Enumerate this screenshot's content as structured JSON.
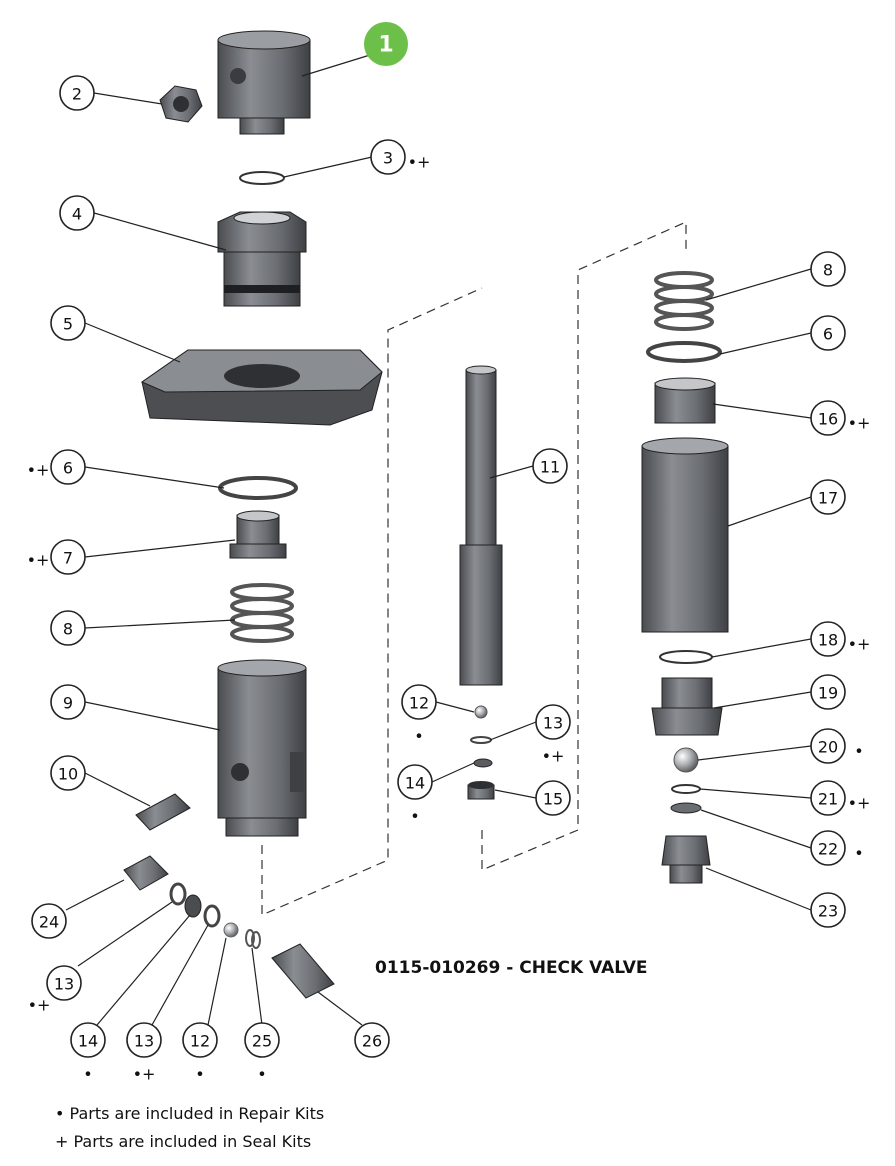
{
  "title": "0115-010269 - CHECK VALVE",
  "highlight_badge": "1",
  "callouts": [
    {
      "id": "c2",
      "label": "2",
      "kit": ""
    },
    {
      "id": "c3",
      "label": "3",
      "kit": "•+"
    },
    {
      "id": "c4",
      "label": "4",
      "kit": ""
    },
    {
      "id": "c5",
      "label": "5",
      "kit": ""
    },
    {
      "id": "c6a",
      "label": "6",
      "kit": "•+"
    },
    {
      "id": "c7",
      "label": "7",
      "kit": "•+"
    },
    {
      "id": "c8a",
      "label": "8",
      "kit": ""
    },
    {
      "id": "c9",
      "label": "9",
      "kit": ""
    },
    {
      "id": "c10",
      "label": "10",
      "kit": ""
    },
    {
      "id": "c11",
      "label": "11",
      "kit": ""
    },
    {
      "id": "c12a",
      "label": "12",
      "kit": "•"
    },
    {
      "id": "c13a",
      "label": "13",
      "kit": "•+"
    },
    {
      "id": "c14a",
      "label": "14",
      "kit": "•"
    },
    {
      "id": "c15",
      "label": "15",
      "kit": ""
    },
    {
      "id": "c8b",
      "label": "8",
      "kit": ""
    },
    {
      "id": "c6b",
      "label": "6",
      "kit": ""
    },
    {
      "id": "c16",
      "label": "16",
      "kit": "•+"
    },
    {
      "id": "c17",
      "label": "17",
      "kit": ""
    },
    {
      "id": "c18",
      "label": "18",
      "kit": "•+"
    },
    {
      "id": "c19",
      "label": "19",
      "kit": ""
    },
    {
      "id": "c20",
      "label": "20",
      "kit": "•"
    },
    {
      "id": "c21",
      "label": "21",
      "kit": "•+"
    },
    {
      "id": "c22",
      "label": "22",
      "kit": "•"
    },
    {
      "id": "c23",
      "label": "23",
      "kit": ""
    },
    {
      "id": "c24",
      "label": "24",
      "kit": ""
    },
    {
      "id": "c13b",
      "label": "13",
      "kit": "•+"
    },
    {
      "id": "c14b",
      "label": "14",
      "kit": "•"
    },
    {
      "id": "c13c",
      "label": "13",
      "kit": "•+"
    },
    {
      "id": "c12b",
      "label": "12",
      "kit": "•"
    },
    {
      "id": "c25",
      "label": "25",
      "kit": "•"
    },
    {
      "id": "c26",
      "label": "26",
      "kit": ""
    }
  ],
  "legend": [
    "• Parts are included in Repair Kits",
    "+ Parts are included in Seal Kits"
  ],
  "colors": {
    "badge": "#6cc04a",
    "metal_dark": "#5a5c60",
    "metal_mid": "#7d8085",
    "metal_light": "#b9bcc0",
    "outline": "#222222"
  }
}
